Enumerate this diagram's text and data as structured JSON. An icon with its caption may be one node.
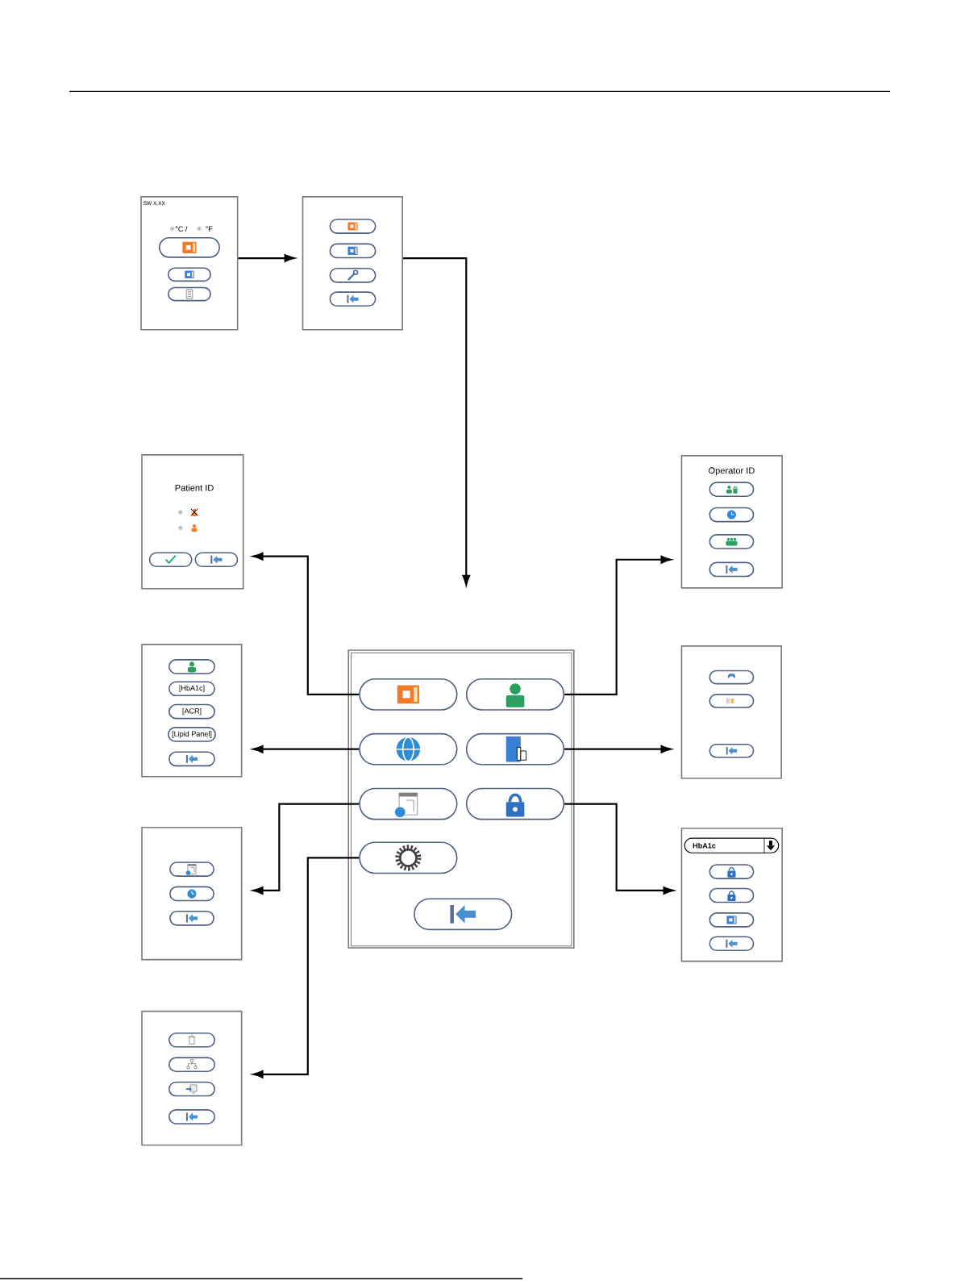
{
  "diagram": {
    "nodes": [
      {
        "text": [
          "SW X.XX",
          "°C /",
          "°F"
        ]
      },
      {
        "text": [],
        "shape": "box",
        "in": 0
      },
      {
        "text": [],
        "shape": "box",
        "in": 0
      },
      {
        "text": [],
        "shape": "box",
        "in": 0
      },
      {
        "text": [],
        "shape": "box"
      },
      {
        "text": [],
        "shape": "box",
        "in": 4
      },
      {
        "text": [],
        "shape": "box",
        "in": 4
      },
      {
        "text": [],
        "shape": "box",
        "in": 4
      },
      {
        "text": [],
        "shape": "box",
        "in": 4
      },
      {
        "text": [
          "Patient ID"
        ]
      },
      {
        "text": [],
        "shape": "box",
        "in": 9
      },
      {
        "text": [],
        "shape": "box",
        "in": 9
      },
      {
        "text": [
          "Operator ID"
        ]
      },
      {
        "text": [],
        "shape": "box",
        "in": 12
      },
      {
        "text": [],
        "shape": "box",
        "in": 12
      },
      {
        "text": [],
        "shape": "box",
        "in": 12
      },
      {
        "text": [],
        "shape": "box",
        "in": 12
      },
      {
        "text": [],
        "shape": "box"
      },
      {
        "text": [],
        "shape": "box",
        "in": 17
      },
      {
        "text": [
          "[HbA1c]"
        ],
        "in": 17
      },
      {
        "text": [
          "[ACR]"
        ],
        "in": 17
      },
      {
        "text": [
          "[Lipid Panel]"
        ],
        "in": 17
      },
      {
        "text": [],
        "shape": "box",
        "in": 17
      },
      {
        "text": [],
        "shape": "box"
      },
      {
        "text": [],
        "shape": "box",
        "in": 23
      },
      {
        "text": [],
        "shape": "box",
        "in": 23
      },
      {
        "text": [],
        "shape": "box",
        "in": 23
      },
      {
        "text": [],
        "shape": "box",
        "in": 23
      },
      {
        "text": [],
        "shape": "box",
        "in": 23
      },
      {
        "text": [],
        "shape": "box",
        "in": 23
      },
      {
        "text": [],
        "shape": "box",
        "in": 23
      },
      {
        "text": [],
        "shape": "box",
        "in": 23
      },
      {
        "text": [],
        "shape": "box"
      },
      {
        "text": [],
        "shape": "box",
        "in": 32
      },
      {
        "text": [],
        "shape": "box",
        "in": 32
      },
      {
        "text": [],
        "shape": "box",
        "in": 32
      },
      {
        "text": [],
        "shape": "box"
      },
      {
        "text": [],
        "shape": "box",
        "in": 36
      },
      {
        "text": [],
        "shape": "box",
        "in": 36
      },
      {
        "text": [],
        "shape": "box",
        "in": 36
      },
      {
        "text": [],
        "shape": "box"
      },
      {
        "text": [
          "HbA1c"
        ],
        "in": 40
      },
      {
        "text": [],
        "shape": "box",
        "in": 40
      },
      {
        "text": [],
        "shape": "box",
        "in": 40
      },
      {
        "text": [],
        "shape": "box",
        "in": 40
      },
      {
        "text": [],
        "shape": "box",
        "in": 40
      },
      {
        "text": [],
        "shape": "box"
      },
      {
        "text": [],
        "shape": "box",
        "in": 46
      },
      {
        "text": [],
        "shape": "box",
        "in": 46
      },
      {
        "text": [],
        "shape": "box",
        "in": 46
      },
      {
        "text": [],
        "shape": "box",
        "in": 46
      }
    ],
    "edges": [
      {
        "from": 0,
        "to": 4,
        "arrow": "to"
      },
      {
        "from": 4,
        "to": 23,
        "arrow": "to"
      },
      {
        "from": 24,
        "to": 9,
        "arrow": "to"
      },
      {
        "from": 25,
        "to": 12,
        "arrow": "to"
      },
      {
        "from": 26,
        "to": 17,
        "arrow": "to"
      },
      {
        "from": 27,
        "to": 32,
        "arrow": "to"
      },
      {
        "from": 28,
        "to": 36,
        "arrow": "to"
      },
      {
        "from": 29,
        "to": 40,
        "arrow": "to"
      },
      {
        "from": 30,
        "to": 46,
        "arrow": "to"
      }
    ]
  }
}
